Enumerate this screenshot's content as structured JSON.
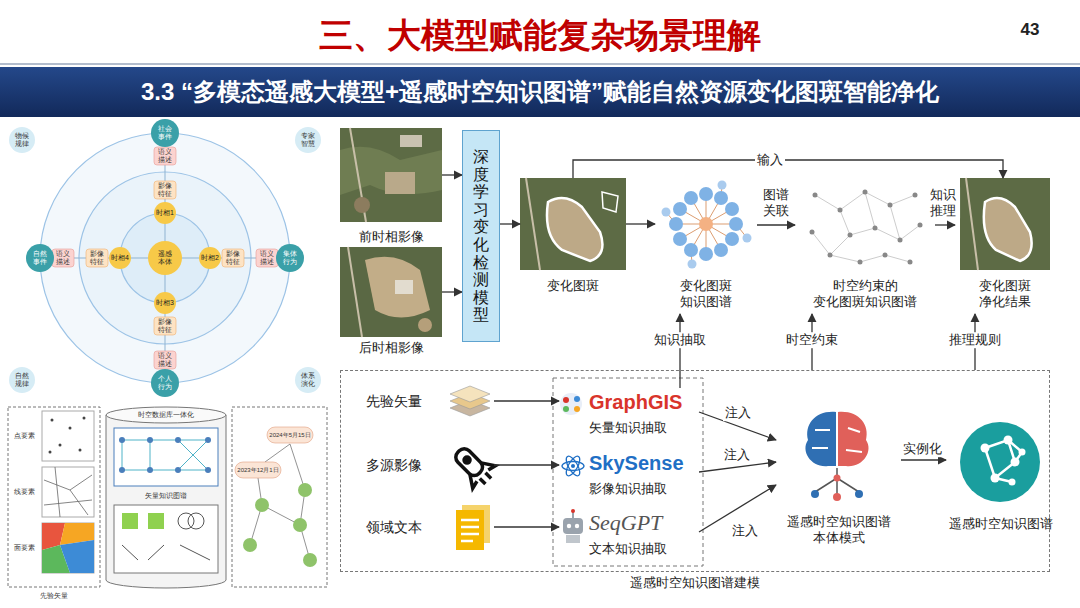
{
  "diagram": {
    "title": "三、大模型赋能复杂场景理解",
    "nodes": [
      {
        "text": [
          "3.3 “多模态遥感大模型+遥感时空知识图谱”赋能自然资源变化图斑智能净化"
        ]
      },
      {
        "text": [
          "前时相影像"
        ]
      },
      {
        "text": [
          "后时相影像"
        ]
      },
      {
        "text": [
          "深度学习变化检测模型"
        ]
      },
      {
        "text": [
          "变化图斑"
        ]
      },
      {
        "text": [
          "变化图斑 知识图谱"
        ]
      },
      {
        "text": [
          "时空约束的 变化图斑知识图谱"
        ]
      },
      {
        "text": [
          "变化图斑 净化结果"
        ]
      },
      {
        "text": [
          "遥感时空知识图谱建模"
        ]
      },
      {
        "text": [
          "先验矢量"
        ],
        "in": 8
      },
      {
        "text": [
          "多源影像"
        ],
        "in": 8
      },
      {
        "text": [
          "领域文本"
        ],
        "in": 8
      },
      {
        "text": [
          "GraphGIS",
          "矢量知识抽取"
        ],
        "in": 8
      },
      {
        "text": [
          "SkySense",
          "影像知识抽取"
        ],
        "in": 8
      },
      {
        "text": [
          "SeqGPT",
          "文本知识抽取"
        ],
        "in": 8
      },
      {
        "text": [
          "遥感时空知识图谱 本体模式"
        ],
        "in": 8
      },
      {
        "text": [
          "遥感时空知识图谱"
        ],
        "in": 8
      }
    ],
    "edges": [
      {
        "from": 1,
        "to": 3,
        "arrow": "to"
      },
      {
        "from": 2,
        "to": 3,
        "arrow": "to"
      },
      {
        "from": 3,
        "to": 4,
        "arrow": "to"
      },
      {
        "from": 4,
        "to": 5,
        "arrow": "to"
      },
      {
        "from": 5,
        "to": 6,
        "arrow": "to",
        "label": "图谱 关联"
      },
      {
        "from": 6,
        "to": 7,
        "arrow": "to",
        "label": "知识 推理"
      },
      {
        "from": 4,
        "to": 7,
        "arrow": "to",
        "label": "输入"
      },
      {
        "from": 12,
        "to": 5,
        "arrow": "to",
        "label": "知识抽取"
      },
      {
        "from": 8,
        "to": 6,
        "arrow": "to",
        "label": "时空约束"
      },
      {
        "from": 8,
        "to": 7,
        "arrow": "to",
        "label": "推理规则"
      },
      {
        "from": 9,
        "to": 12,
        "arrow": "to"
      },
      {
        "from": 10,
        "to": 13,
        "arrow": "to"
      },
      {
        "from": 11,
        "to": 14,
        "arrow": "to"
      },
      {
        "from": 12,
        "to": 15,
        "arrow": "to",
        "label": "注入"
      },
      {
        "from": 13,
        "to": 15,
        "arrow": "to",
        "label": "注入"
      },
      {
        "from": 14,
        "to": 15,
        "arrow": "to",
        "label": "注入"
      },
      {
        "from": 15,
        "to": 16,
        "arrow": "to",
        "label": "实例化"
      }
    ],
    "labels": [
      "43",
      "遥感本体",
      "时相1",
      "时相2",
      "时相3",
      "时相4",
      "影像特征",
      "影像特征",
      "影像特征",
      "影像特征",
      "语义描述",
      "语义描述",
      "语义描述",
      "语义描述",
      "社会事件",
      "集体行为",
      "个人行为",
      "自然事件",
      "物候规律",
      "专家智慧",
      "自然规律",
      "体系演化",
      "点要素",
      "线要素",
      "面要素",
      "先验矢量",
      "时空数据库一体化",
      "矢量知识图谱",
      "2024年5月15日",
      "2023年12月1日"
    ]
  }
}
